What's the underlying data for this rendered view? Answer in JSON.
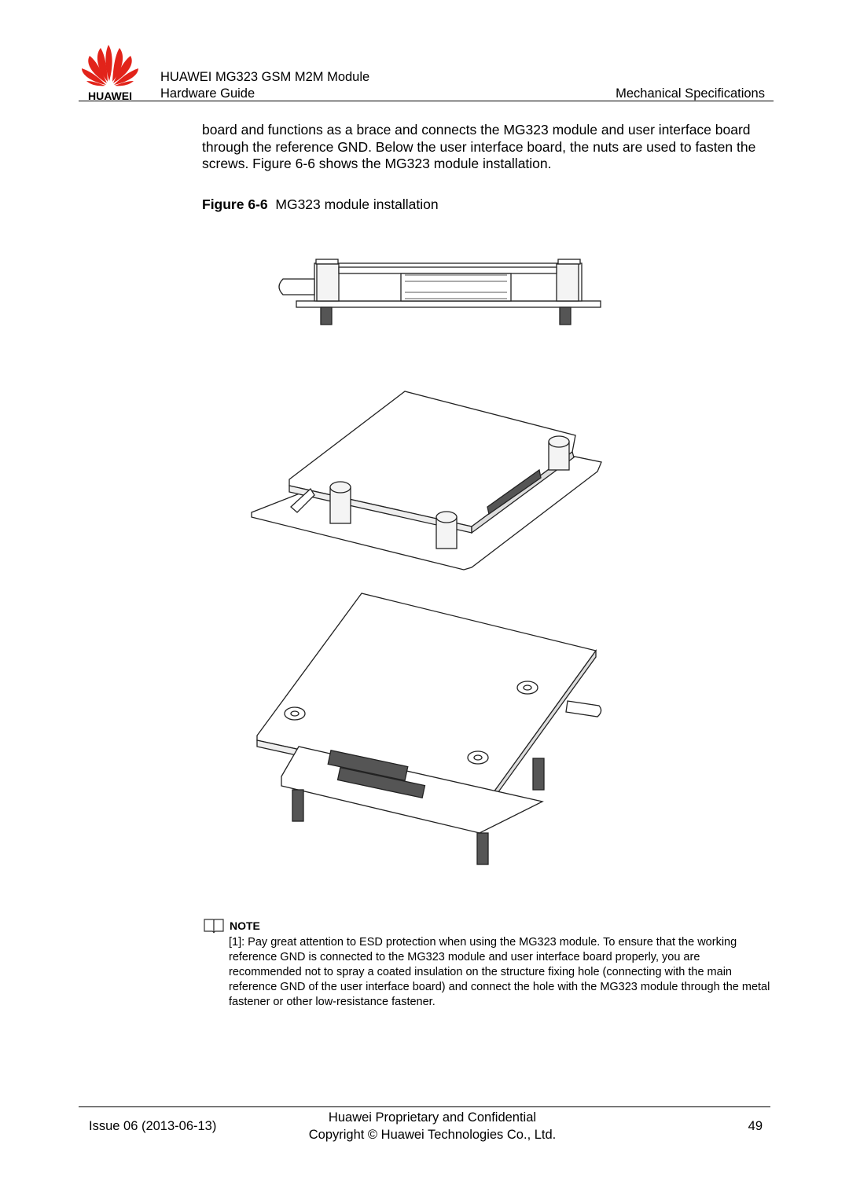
{
  "header": {
    "brand": "HUAWEI",
    "doc_title": "HUAWEI MG323 GSM M2M Module",
    "doc_subtitle": "Hardware Guide",
    "section": "Mechanical Specifications"
  },
  "body": {
    "paragraph": "board and functions as a brace and connects the MG323 module and user interface board through the reference GND. Below the user interface board, the nuts are used to fasten the screws. Figure 6-6 shows the MG323 module installation."
  },
  "figure": {
    "label": "Figure 6-6",
    "caption": "MG323 module installation"
  },
  "note": {
    "icon": "book-icon",
    "title": "NOTE",
    "text": "[1]: Pay great attention to ESD protection when using the MG323 module. To ensure that the working reference GND is connected to the MG323 module and user interface board properly, you are recommended not to spray a coated insulation on the structure fixing hole (connecting with the main reference GND of the user interface board) and connect the hole with the MG323 module through the metal fastener or other low-resistance fastener."
  },
  "footer": {
    "issue": "Issue 06 (2013-06-13)",
    "line1": "Huawei Proprietary and Confidential",
    "line2": "Copyright © Huawei Technologies Co., Ltd.",
    "page": "49"
  },
  "colors": {
    "brand_red": "#e2231a"
  }
}
